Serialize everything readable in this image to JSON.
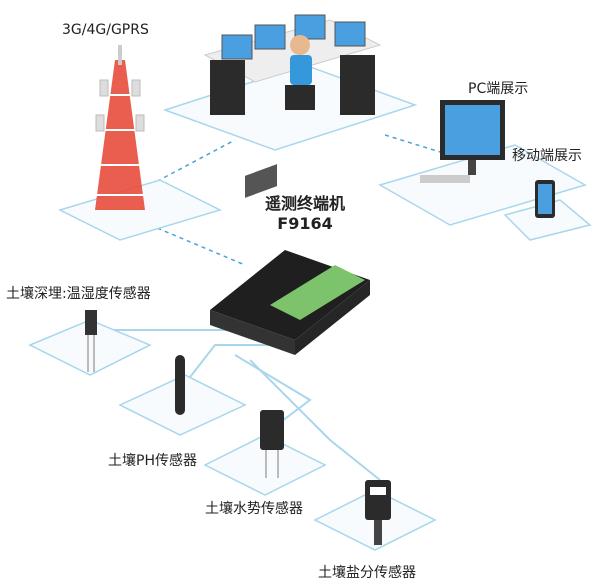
{
  "labels": {
    "network": "3G/4G/GPRS",
    "pc_display": "PC端展示",
    "mobile_display": "移动端展示",
    "device_name": "遥测终端机",
    "device_model": "F9164",
    "sensor_temp_humidity": "土壤深埋:温湿度传感器",
    "sensor_ph": "土壤PH传感器",
    "sensor_water_potential": "土壤水势传感器",
    "sensor_salinity": "土壤盐分传感器"
  },
  "colors": {
    "platform_line": "#a9d6ec",
    "dashed_link": "#4aa3d8",
    "tower_red": "#d9252a",
    "screen_blue": "#4a9fe0",
    "device_green": "#7dc36b",
    "device_dark": "#1f1f1f"
  },
  "icons": [
    "cell-tower-icon",
    "operator-workstation-icon",
    "pc-monitor-icon",
    "mobile-phone-icon",
    "telemetry-terminal-icon",
    "temp-humidity-sensor-icon",
    "ph-sensor-icon",
    "water-potential-sensor-icon",
    "salinity-sensor-icon"
  ]
}
